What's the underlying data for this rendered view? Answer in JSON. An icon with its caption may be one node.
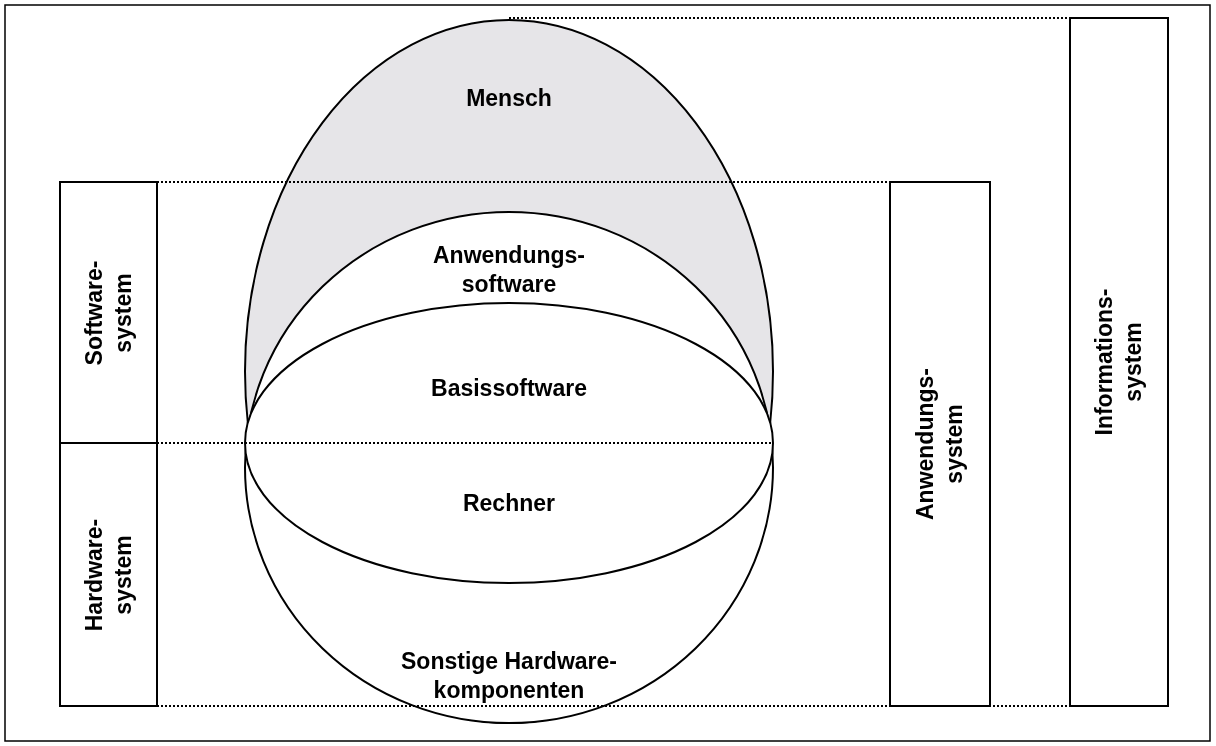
{
  "diagram": {
    "nodes": [
      {
        "text": [
          "Mensch"
        ]
      },
      {
        "text": [
          "Anwendungs- software",
          "Sonstige Hardware- komponenten"
        ],
        "in": 0
      },
      {
        "text": [
          "Basissoftware",
          "Rechner"
        ],
        "in": 1
      },
      {
        "text": [
          "Software- system"
        ]
      },
      {
        "text": [
          "Hardware- system"
        ]
      },
      {
        "text": [
          "Anwendungs- system"
        ]
      },
      {
        "text": [
          "Informations- system"
        ]
      }
    ],
    "edges": []
  }
}
